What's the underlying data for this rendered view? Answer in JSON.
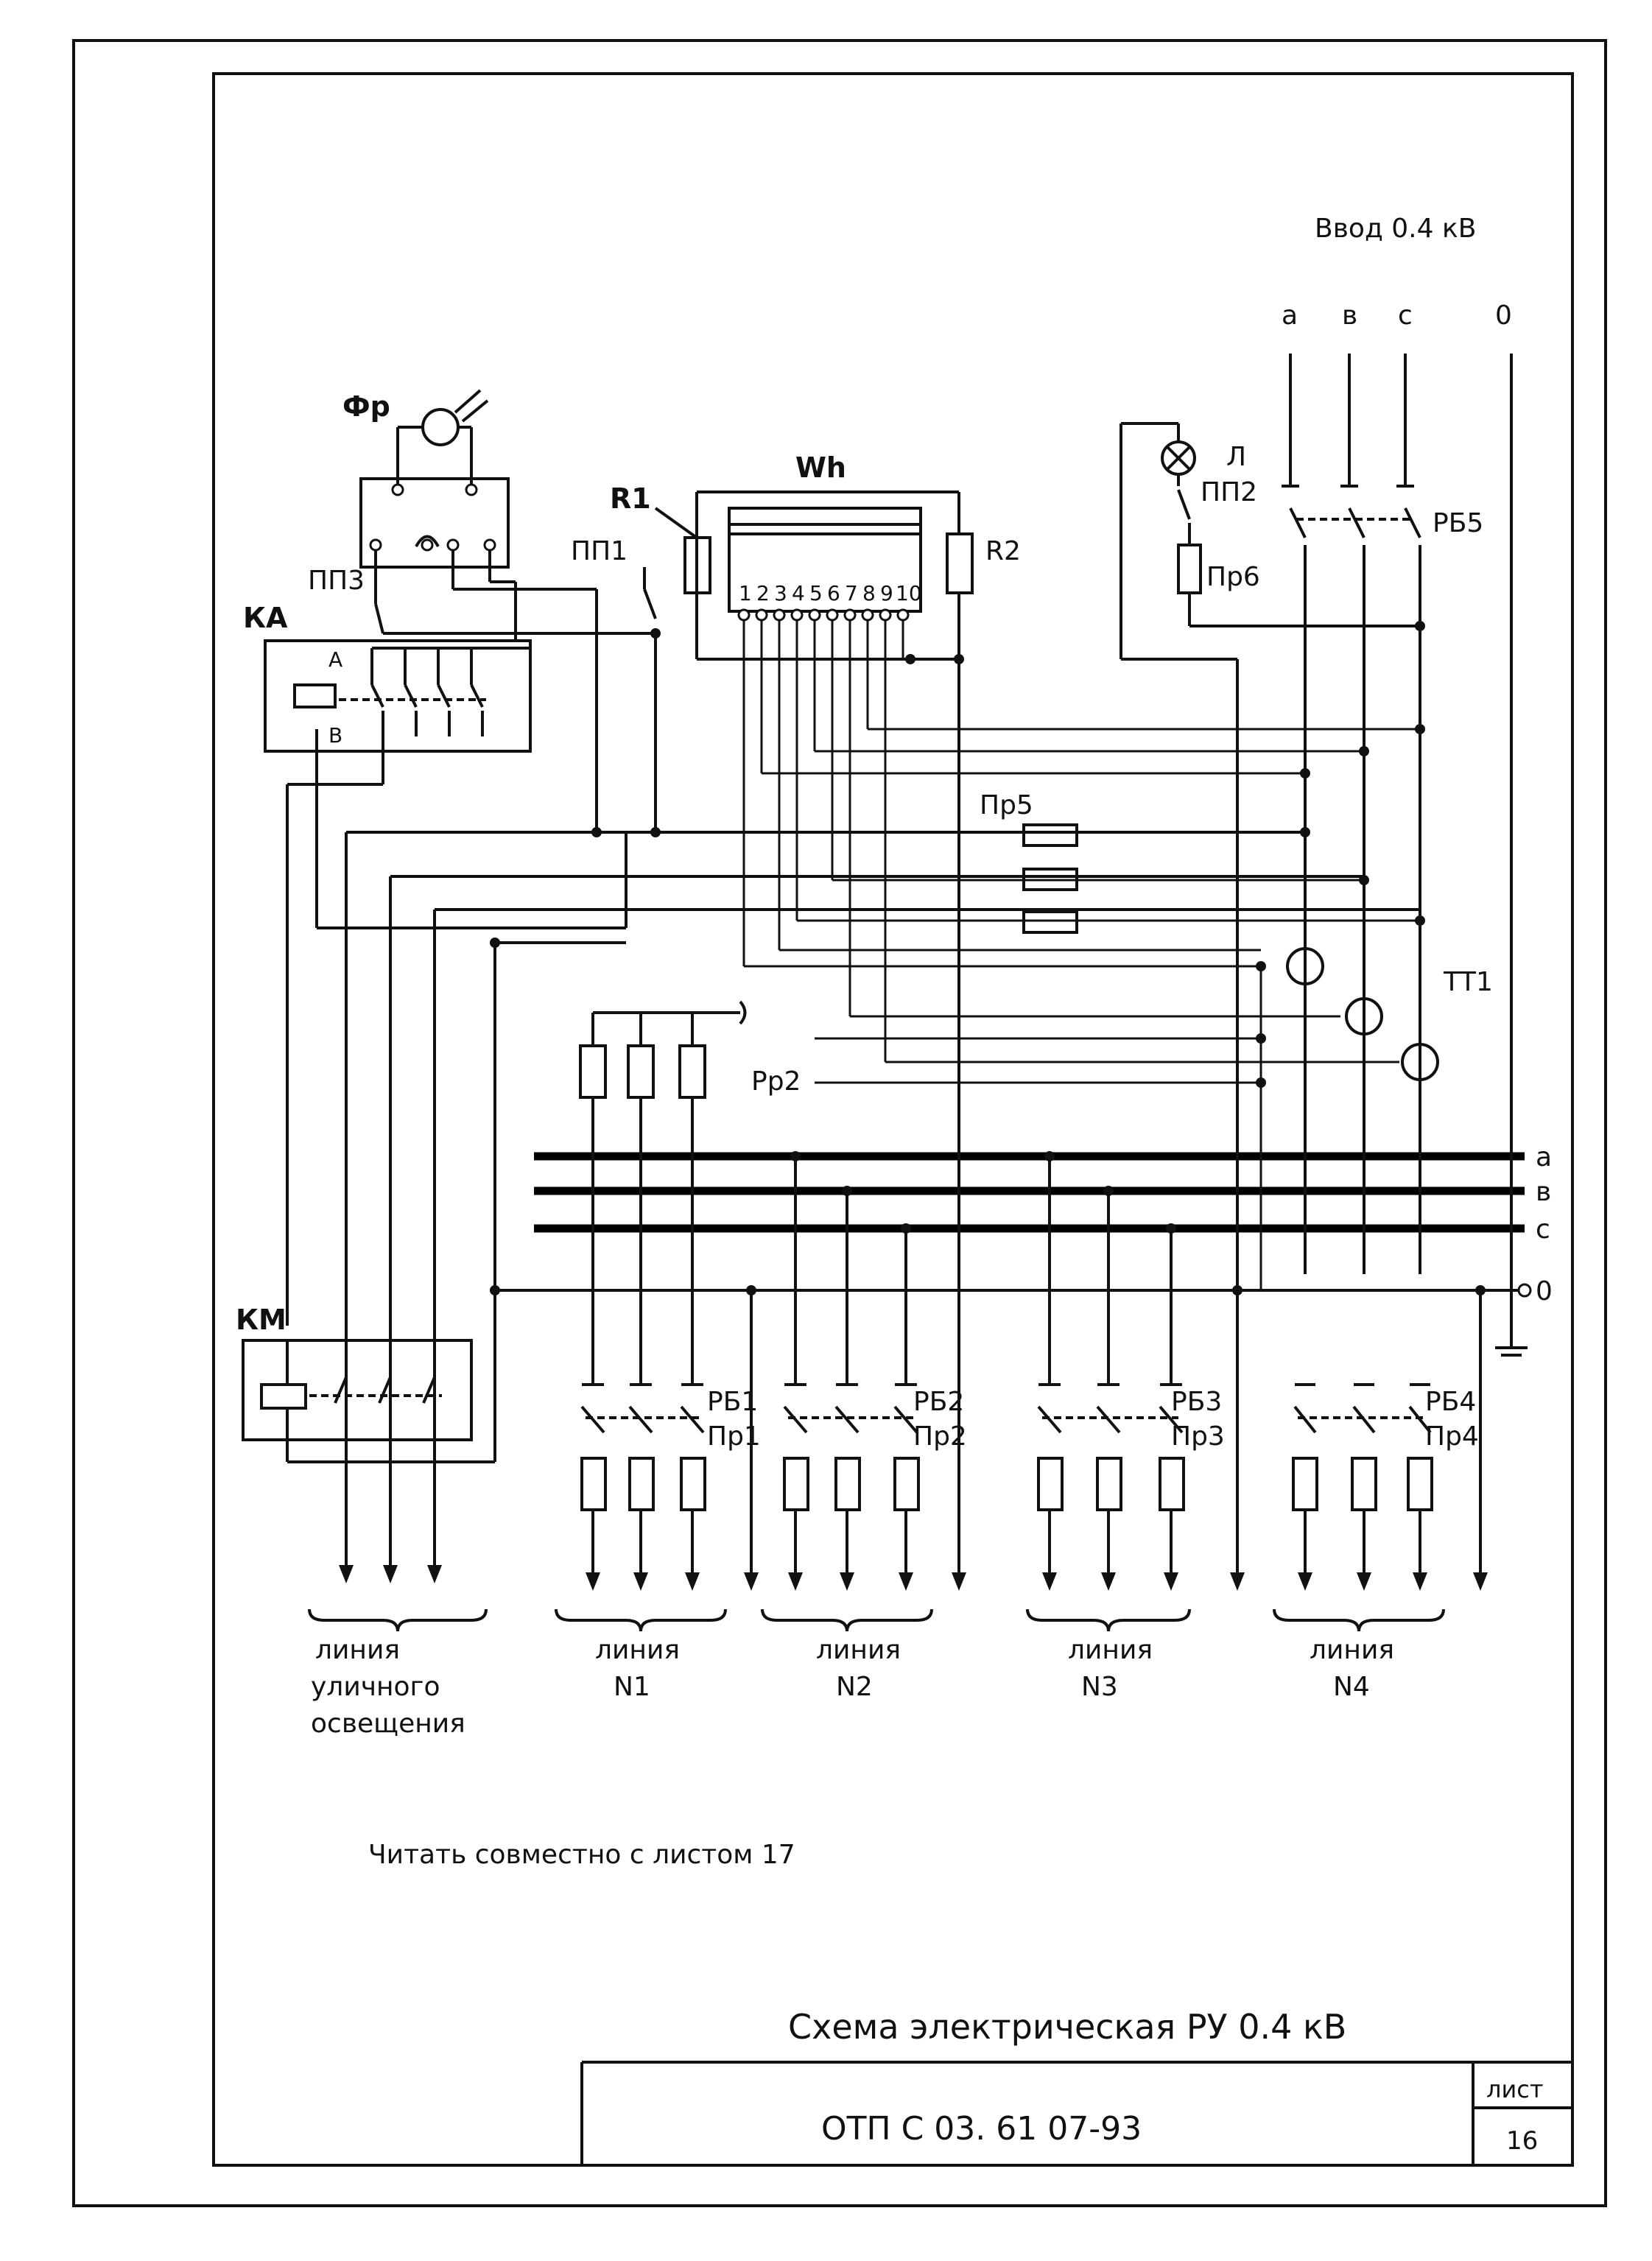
{
  "labels": {
    "vvod": "Ввод 0.4 кВ",
    "phase_a": "а",
    "phase_v": "в",
    "phase_c": "с",
    "phase_0": "0",
    "photo_relay": "Фр",
    "relay_ka": "КА",
    "ka_a": "А",
    "ka_b": "В",
    "pp3": "ПП3",
    "pp1": "ПП1",
    "r1": "R1",
    "wh": "Wh",
    "r2": "R2",
    "lamp": "Л",
    "pp2": "ПП2",
    "pr6": "Пр6",
    "rb5": "РБ5",
    "pr5": "Пр5",
    "tt1": "ТТ1",
    "rr2": "Рр2",
    "km": "КМ",
    "bus_a": "а",
    "bus_v": "в",
    "bus_c": "с",
    "bus_0": "0",
    "rb1": "РБ1",
    "pr1": "Пр1",
    "rb2": "РБ2",
    "pr2": "Пр2",
    "rb3": "РБ3",
    "pr3": "Пр3",
    "rb4": "РБ4",
    "pr4": "Пр4",
    "meter_terminals": [
      "1",
      "2",
      "3",
      "4",
      "5",
      "6",
      "7",
      "8",
      "9",
      "10"
    ]
  },
  "lines": [
    {
      "caption_1": "линия",
      "caption_2": "уличного",
      "caption_3": "освещения"
    },
    {
      "caption_1": "линия",
      "caption_2": "N1"
    },
    {
      "caption_1": "линия",
      "caption_2": "N2"
    },
    {
      "caption_1": "линия",
      "caption_2": "N3"
    },
    {
      "caption_1": "линия",
      "caption_2": "N4"
    }
  ],
  "note": "Читать совместно с листом 17",
  "title_block": {
    "title": "Схема электрическая РУ 0.4 кВ",
    "code": "ОТП С 03. 61 07-93",
    "sheet_label": "лист",
    "sheet_number": "16"
  }
}
